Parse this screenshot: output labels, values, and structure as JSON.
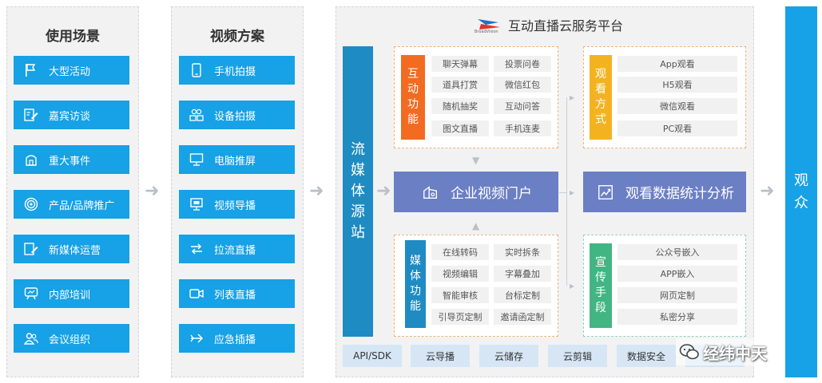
{
  "scenes": {
    "title": "使用场景",
    "items": [
      {
        "label": "大型活动",
        "icon": "flag-icon"
      },
      {
        "label": "嘉宾访谈",
        "icon": "interview-icon"
      },
      {
        "label": "重大事件",
        "icon": "building-icon"
      },
      {
        "label": "产品/品牌推广",
        "icon": "target-icon"
      },
      {
        "label": "新媒体运营",
        "icon": "edit-icon"
      },
      {
        "label": "内部培训",
        "icon": "presentation-icon"
      },
      {
        "label": "会议组织",
        "icon": "people-icon"
      }
    ]
  },
  "video": {
    "title": "视频方案",
    "items": [
      {
        "label": "手机拍摄",
        "icon": "phone-icon"
      },
      {
        "label": "设备拍摄",
        "icon": "devices-icon"
      },
      {
        "label": "电脑推屏",
        "icon": "monitor-icon"
      },
      {
        "label": "视频导播",
        "icon": "broadcast-icon"
      },
      {
        "label": "拉流直播",
        "icon": "swap-icon"
      },
      {
        "label": "列表直播",
        "icon": "camera-icon"
      },
      {
        "label": "应急插播",
        "icon": "send-icon"
      }
    ]
  },
  "platform": {
    "logo_text": "BroadVision",
    "title": "互动直播云服务平台",
    "source": "流媒体源站",
    "interactive": {
      "label": "互动功能",
      "items": [
        "聊天弹幕",
        "投票问卷",
        "道具打赏",
        "微信红包",
        "随机抽奖",
        "互动问答",
        "图文直播",
        "手机连麦"
      ]
    },
    "portal": "企业视频门户",
    "media": {
      "label": "媒体功能",
      "items": [
        "在线转码",
        "实时拆条",
        "视频编辑",
        "字幕叠加",
        "智能审核",
        "台标定制",
        "引导页定制",
        "邀请函定制"
      ]
    },
    "watch": {
      "label": "观看方式",
      "items": [
        "App观看",
        "H5观看",
        "微信观看",
        "PC观看"
      ]
    },
    "analytics": "观看数据统计分析",
    "promo": {
      "label": "宣传手段",
      "items": [
        "公众号嵌入",
        "APP嵌入",
        "网页定制",
        "私密分享"
      ]
    },
    "bottom": [
      "API/SDK",
      "云导播",
      "云储存",
      "云剪辑",
      "数据安全"
    ]
  },
  "audience": "观众",
  "watermark": "经纬中天",
  "colors": {
    "blue": "#17a1e6",
    "orange": "#f26b21",
    "yellow": "#f3b320",
    "purple": "#6b7fc4",
    "green": "#43b582",
    "dark_blue": "#1e8bc3"
  }
}
